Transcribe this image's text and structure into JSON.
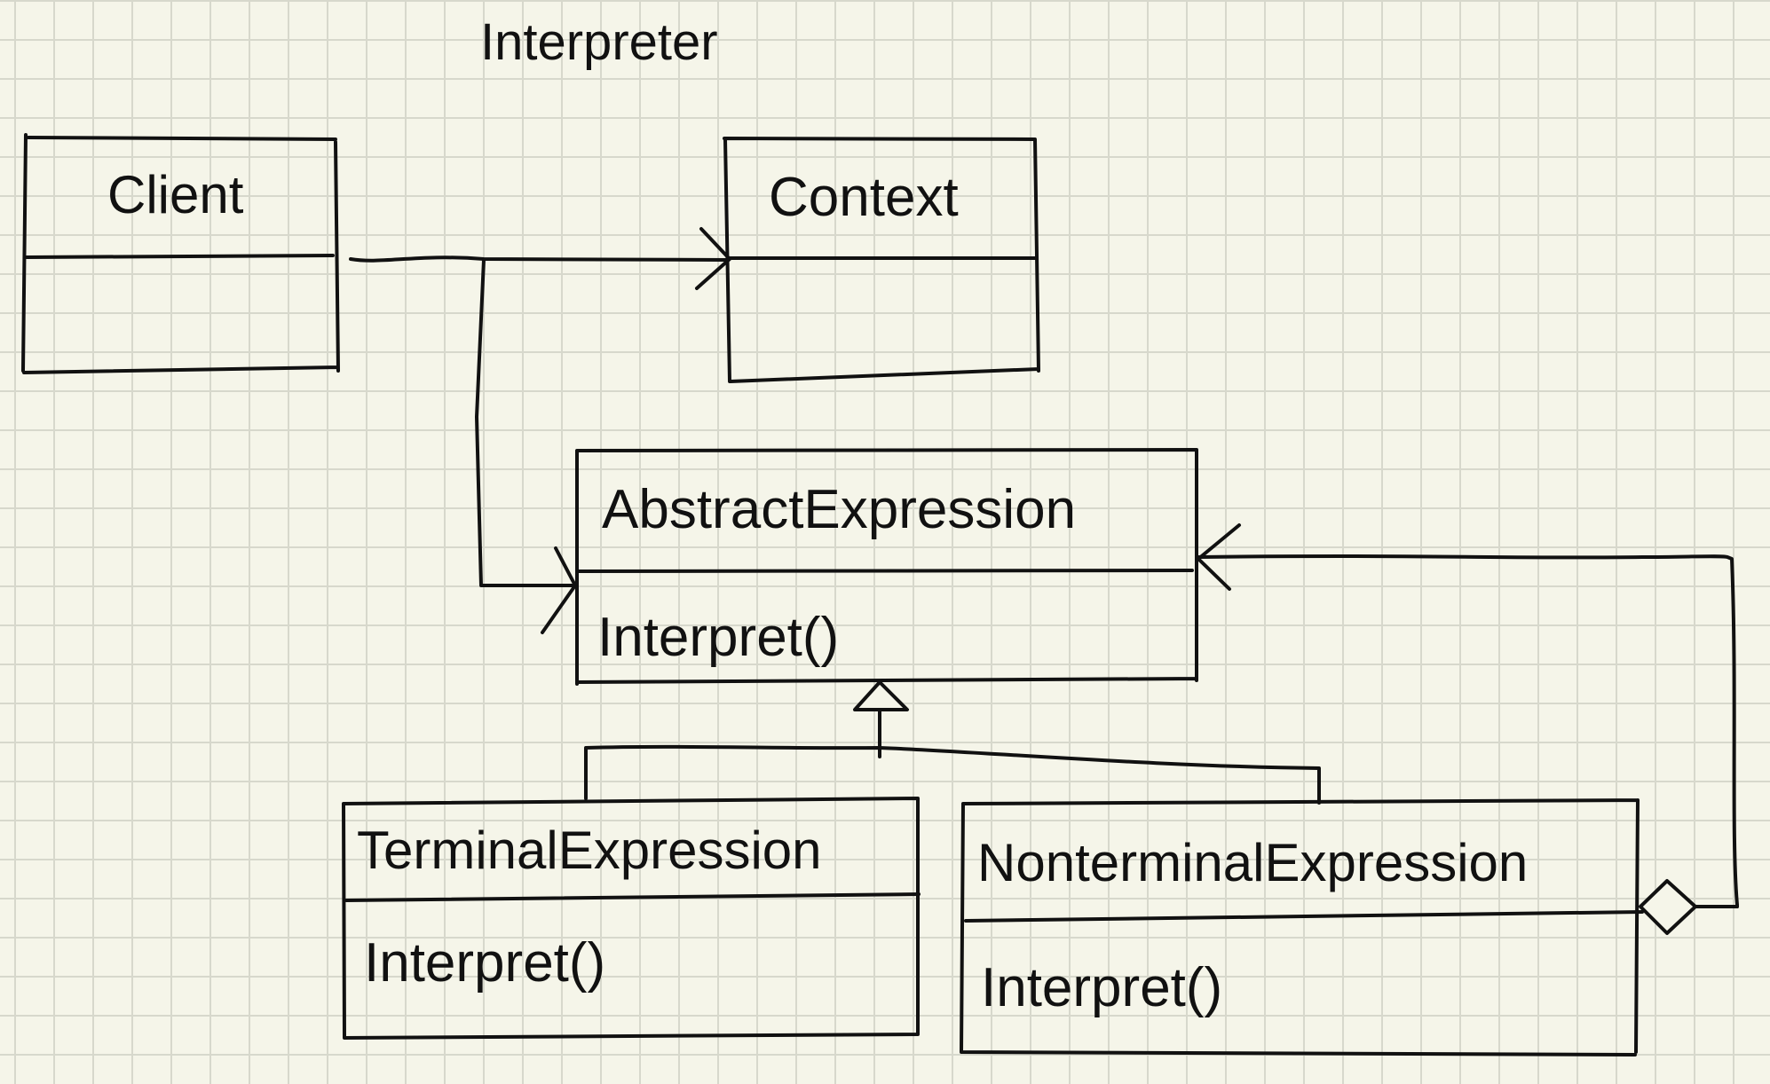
{
  "diagram": {
    "title": "Interpreter",
    "classes": {
      "client": {
        "name": "Client",
        "methods": ""
      },
      "context": {
        "name": "Context",
        "methods": ""
      },
      "abstract_expression": {
        "name": "AbstractExpression",
        "method": "Interpret()"
      },
      "terminal_expression": {
        "name": "TerminalExpression",
        "method": "Interpret()"
      },
      "nonterminal_expression": {
        "name": "NonterminalExpression",
        "method": "Interpret()"
      }
    },
    "relations": [
      {
        "from": "Client",
        "to": "Context",
        "type": "association"
      },
      {
        "from": "Client",
        "to": "AbstractExpression",
        "type": "association"
      },
      {
        "from": "TerminalExpression",
        "to": "AbstractExpression",
        "type": "inheritance"
      },
      {
        "from": "NonterminalExpression",
        "to": "AbstractExpression",
        "type": "inheritance"
      },
      {
        "from": "NonterminalExpression",
        "to": "AbstractExpression",
        "type": "aggregation"
      }
    ],
    "colors": {
      "paper": "#f5f5e9",
      "grid": "#d7d8cc",
      "ink": "#111111"
    }
  }
}
